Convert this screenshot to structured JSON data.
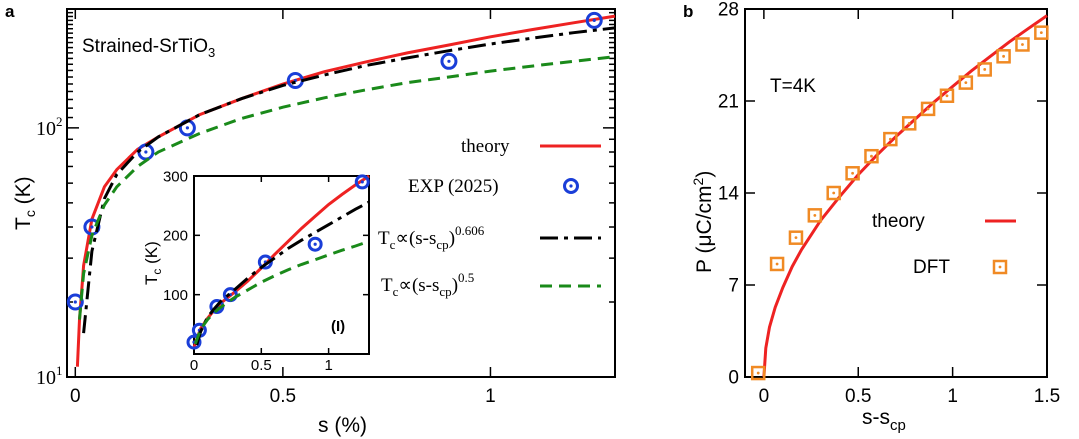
{
  "colors": {
    "theory": "#ee2222",
    "exp": "#1a3ed8",
    "fit606": "#000000",
    "fit05": "#1a8a1a",
    "dft": "#f08a24"
  },
  "chart_data": [
    {
      "panel": "a",
      "type": "line",
      "yscale": "log",
      "xlabel": "s (%)",
      "ylabel": "T",
      "ylabel_sub": "c",
      "ylabel_unit": " (K)",
      "xlim": [
        -0.02,
        1.3
      ],
      "ylim": [
        10,
        300
      ],
      "xticks": [
        "0",
        "0.5",
        "1"
      ],
      "xtick_values": [
        0,
        0.5,
        1
      ],
      "ytick_base": "10",
      "ytick_exps": [
        "1",
        "2"
      ],
      "annotation": {
        "text": "Strained-SrTiO",
        "sub": "3"
      },
      "legend": {
        "theory": "theory",
        "exp": "EXP (2025)",
        "fit606": {
          "pre": "T",
          "sub1": "c",
          "mid": "∝(s-s",
          "sub2": "cp",
          "post": ")",
          "sup": "0.606"
        },
        "fit05": {
          "pre": "T",
          "sub1": "c",
          "mid": "∝(s-s",
          "sub2": "cp",
          "post": ")",
          "sup": "0.5"
        }
      },
      "series": [
        {
          "key": "theory",
          "x": [
            0.005,
            0.01,
            0.02,
            0.04,
            0.07,
            0.1,
            0.15,
            0.2,
            0.3,
            0.4,
            0.5,
            0.6,
            0.7,
            0.8,
            0.9,
            1.0,
            1.1,
            1.2,
            1.3
          ],
          "y": [
            11,
            17,
            28,
            43,
            58,
            68,
            82,
            92,
            113,
            131,
            150,
            168,
            184,
            200,
            215,
            232,
            248,
            264,
            281
          ]
        },
        {
          "key": "exp",
          "x": [
            0.0,
            0.04,
            0.17,
            0.27,
            0.53,
            0.9,
            1.25
          ],
          "y": [
            20,
            40,
            80,
            100,
            155,
            185,
            270
          ]
        },
        {
          "key": "fit606",
          "x": [
            0.02,
            0.04,
            0.07,
            0.1,
            0.15,
            0.2,
            0.3,
            0.4,
            0.5,
            0.6,
            0.7,
            0.8,
            0.9,
            1.0,
            1.1,
            1.2,
            1.3
          ],
          "y": [
            15,
            32,
            52,
            65,
            80,
            92,
            113,
            131,
            148,
            163,
            178,
            191,
            204,
            217,
            229,
            241,
            252
          ]
        },
        {
          "key": "fit05",
          "x": [
            0.01,
            0.02,
            0.04,
            0.07,
            0.1,
            0.15,
            0.2,
            0.3,
            0.4,
            0.5,
            0.6,
            0.7,
            0.8,
            0.9,
            1.0,
            1.1,
            1.2,
            1.3
          ],
          "y": [
            17,
            26,
            37,
            49,
            58,
            70,
            80,
            95,
            109,
            121,
            132,
            142,
            152,
            160,
            169,
            177,
            185,
            193
          ]
        }
      ]
    },
    {
      "panel": "inset",
      "type": "line",
      "xlim": [
        0,
        1.3
      ],
      "ylim": [
        0,
        300
      ],
      "xticks": [
        "0",
        "0.5",
        "1"
      ],
      "xtick_values": [
        0,
        0.5,
        1
      ],
      "yticks": [
        "100",
        "200",
        "300"
      ],
      "ytick_values": [
        100,
        200,
        300
      ],
      "ylabel": "T",
      "ylabel_sub": "c",
      "ylabel_unit": " (K)",
      "label": "(I)",
      "series": [
        {
          "key": "theory",
          "x": [
            0.0,
            0.02,
            0.05,
            0.1,
            0.15,
            0.2,
            0.3,
            0.4,
            0.5,
            0.6,
            0.7,
            0.8,
            0.9,
            1.0,
            1.1,
            1.2,
            1.3
          ],
          "y": [
            11,
            25,
            43,
            60,
            74,
            86,
            104,
            123,
            145,
            168,
            190,
            212,
            232,
            252,
            269,
            285,
            300
          ]
        },
        {
          "key": "exp",
          "x": [
            0.0,
            0.04,
            0.17,
            0.27,
            0.53,
            0.9,
            1.25
          ],
          "y": [
            20,
            40,
            80,
            100,
            155,
            185,
            290
          ]
        },
        {
          "key": "fit606",
          "x": [
            0.02,
            0.05,
            0.1,
            0.15,
            0.2,
            0.3,
            0.4,
            0.5,
            0.6,
            0.7,
            0.8,
            0.9,
            1.0,
            1.1,
            1.2,
            1.3
          ],
          "y": [
            15,
            38,
            62,
            76,
            89,
            108,
            128,
            146,
            162,
            178,
            192,
            205,
            218,
            231,
            244,
            256
          ]
        },
        {
          "key": "fit05",
          "x": [
            0.01,
            0.05,
            0.1,
            0.15,
            0.2,
            0.3,
            0.4,
            0.5,
            0.6,
            0.7,
            0.8,
            0.9,
            1.0,
            1.1,
            1.2,
            1.3
          ],
          "y": [
            17,
            42,
            58,
            70,
            79,
            95,
            108,
            121,
            132,
            142,
            151,
            159,
            167,
            175,
            182,
            190
          ]
        }
      ]
    },
    {
      "panel": "b",
      "type": "line",
      "xlabel": "s-s",
      "xlabel_sub": "cp",
      "ylabel_pre": "P (μC/cm",
      "ylabel_sup": "2",
      "ylabel_post": ")",
      "xlim": [
        -0.1,
        1.5
      ],
      "ylim": [
        0,
        28
      ],
      "xticks": [
        "0",
        "0.5",
        "1",
        "1.5"
      ],
      "xtick_values": [
        0,
        0.5,
        1,
        1.5
      ],
      "yticks": [
        "0",
        "7",
        "14",
        "21",
        "28"
      ],
      "ytick_values": [
        0,
        7,
        14,
        21,
        28
      ],
      "annotation": "T=4K",
      "legend": {
        "theory": "theory",
        "dft": "DFT"
      },
      "series": [
        {
          "key": "theory",
          "x": [
            0.0,
            0.01,
            0.03,
            0.06,
            0.1,
            0.15,
            0.2,
            0.3,
            0.4,
            0.5,
            0.6,
            0.7,
            0.8,
            0.9,
            1.0,
            1.1,
            1.2,
            1.3,
            1.4,
            1.5
          ],
          "y": [
            0.0,
            2.2,
            3.8,
            5.3,
            6.8,
            8.4,
            9.7,
            11.9,
            13.7,
            15.4,
            16.9,
            18.3,
            19.6,
            20.9,
            22.1,
            23.3,
            24.4,
            25.5,
            26.5,
            27.5
          ]
        },
        {
          "key": "dft",
          "x": [
            -0.03,
            0.07,
            0.17,
            0.27,
            0.37,
            0.47,
            0.57,
            0.67,
            0.77,
            0.87,
            0.97,
            1.07,
            1.17,
            1.27,
            1.37,
            1.47
          ],
          "y": [
            0.3,
            8.6,
            10.6,
            12.3,
            14.0,
            15.5,
            16.8,
            18.1,
            19.3,
            20.4,
            21.4,
            22.4,
            23.4,
            24.4,
            25.3,
            26.2
          ]
        }
      ]
    }
  ]
}
